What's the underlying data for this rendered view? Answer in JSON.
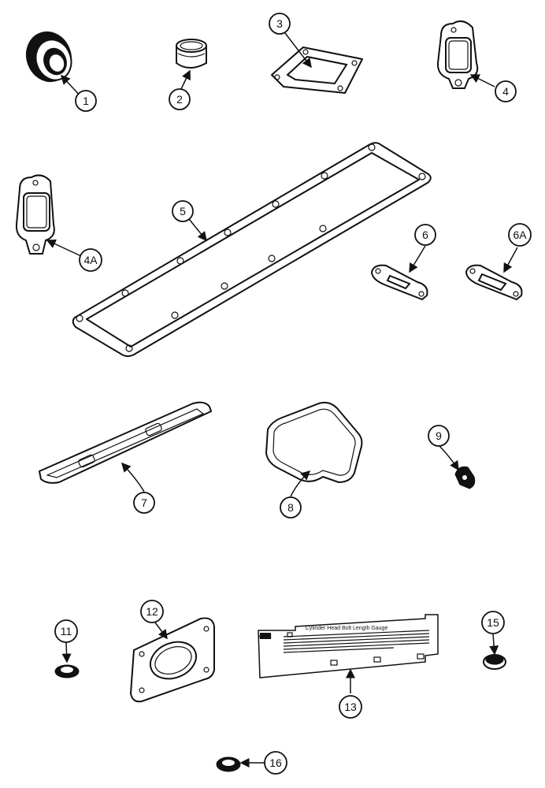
{
  "callouts": {
    "c1": "1",
    "c2": "2",
    "c3": "3",
    "c4": "4",
    "c4a": "4A",
    "c5": "5",
    "c6": "6",
    "c6a": "6A",
    "c7": "7",
    "c8": "8",
    "c9": "9",
    "c11": "11",
    "c12": "12",
    "c13": "13",
    "c15": "15",
    "c16": "16"
  },
  "gauge": {
    "title": "Cylinder Head Bolt Length Gauge",
    "brand": "CASE"
  }
}
